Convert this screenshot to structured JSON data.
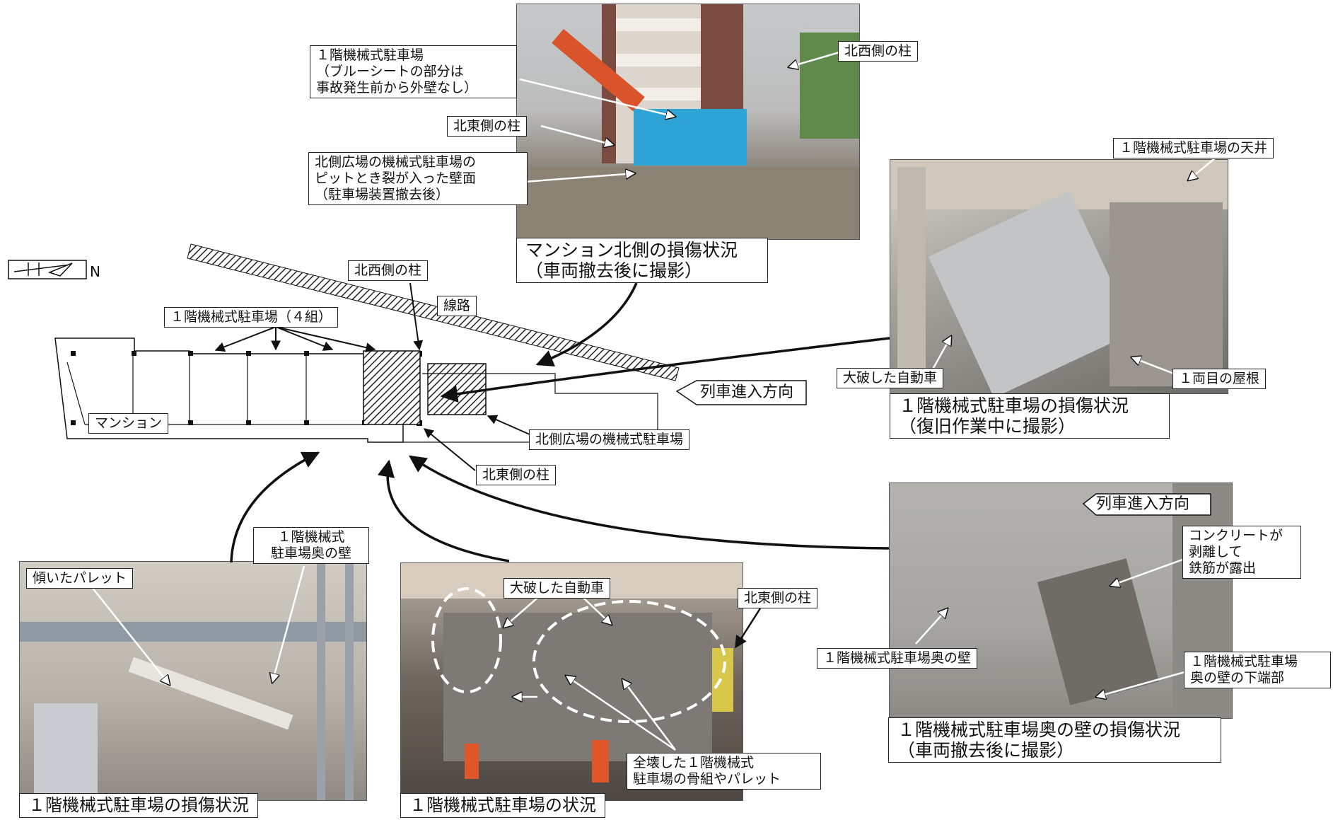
{
  "compass": {
    "label": "N"
  },
  "map": {
    "railway": "線路",
    "mansion": "マンション",
    "parking_4": "１階機械式駐車場（４組）",
    "nw_column": "北西側の柱",
    "ne_column": "北東側の柱",
    "north_plaza_parking": "北側広場の機械式駐車場",
    "train_direction": "列車進入方向"
  },
  "photo_north": {
    "caption": [
      "マンション北側の損傷状況",
      "（車両撤去後に撮影）"
    ],
    "label_parking": [
      "１階機械式駐車場",
      "（ブルーシートの部分は",
      "事故発生前から外壁なし）"
    ],
    "label_ne_column": "北東側の柱",
    "label_pit": [
      "北側広場の機械式駐車場の",
      "ピットとき裂が入った壁面",
      "（駐車場装置撤去後）"
    ],
    "label_nw_column": "北西側の柱"
  },
  "photo_ceiling": {
    "caption": [
      "１階機械式駐車場の損傷状況",
      "（復旧作業中に撮影）"
    ],
    "label_ceiling": "１階機械式駐車場の天井",
    "label_car": "大破した自動車",
    "label_roof": "１両目の屋根"
  },
  "photo_wall": {
    "caption": [
      "１階機械式駐車場奥の壁の損傷状況",
      "（車両撤去後に撮影）"
    ],
    "label_direction": "列車進入方向",
    "label_concrete": [
      "コンクリートが",
      "剥離して",
      "鉄筋が露出"
    ],
    "label_wall": "１階機械式駐車場奥の壁",
    "label_bottom": [
      "１階機械式駐車場",
      "奥の壁の下端部"
    ]
  },
  "photo_pallet": {
    "caption": "１階機械式駐車場の損傷状況",
    "label_pallet": "傾いたパレット",
    "label_back_wall": [
      "１階機械式",
      "駐車場奥の壁"
    ]
  },
  "photo_status": {
    "caption": "１階機械式駐車場の状況",
    "label_car": "大破した自動車",
    "label_ne_column": "北東側の柱",
    "label_frame": [
      "全壊した１階機械式",
      "駐車場の骨組やパレット"
    ]
  }
}
